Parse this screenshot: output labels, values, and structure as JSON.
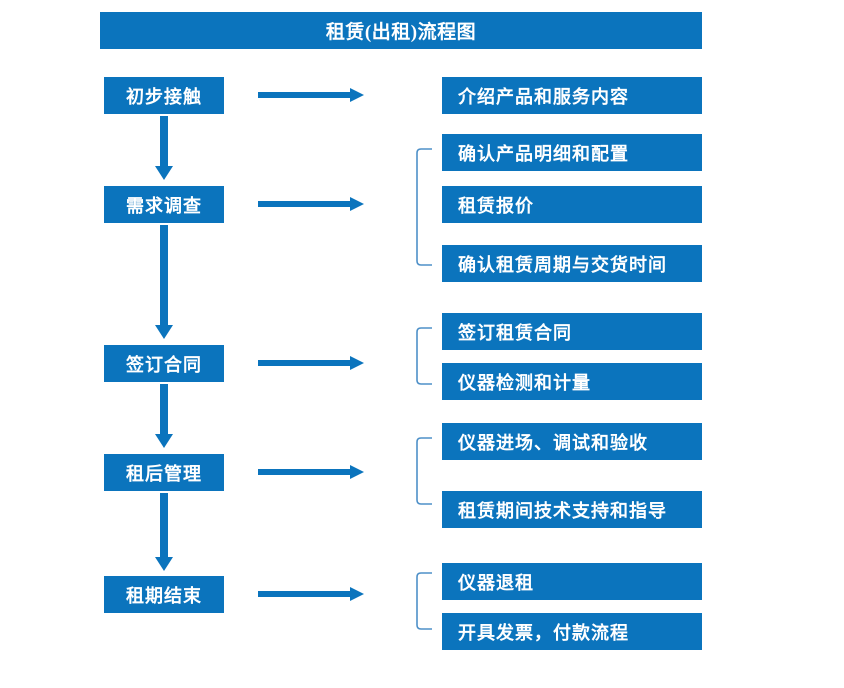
{
  "diagram": {
    "title": "租赁(出租)流程图",
    "colors": {
      "box_fill": "#0B74BD",
      "box_text": "#FFFFFF",
      "arrow": "#0B74BD",
      "bracket": "#4E90C8",
      "background": "#FFFFFF"
    },
    "stages": [
      {
        "label": "初步接触"
      },
      {
        "label": "需求调查"
      },
      {
        "label": "签订合同"
      },
      {
        "label": "租后管理"
      },
      {
        "label": "租期结束"
      }
    ],
    "details": [
      {
        "label": "介绍产品和服务内容"
      },
      {
        "label": "确认产品明细和配置"
      },
      {
        "label": "租赁报价"
      },
      {
        "label": "确认租赁周期与交货时间"
      },
      {
        "label": "签订租赁合同"
      },
      {
        "label": "仪器检测和计量"
      },
      {
        "label": "仪器进场、调试和验收"
      },
      {
        "label": "租赁期间技术支持和指导"
      },
      {
        "label": "仪器退租"
      },
      {
        "label": "开具发票，付款流程"
      }
    ],
    "groups": [
      {
        "stage": "初步接触",
        "details": [
          "介绍产品和服务内容"
        ]
      },
      {
        "stage": "需求调查",
        "details": [
          "确认产品明细和配置",
          "租赁报价",
          "确认租赁周期与交货时间"
        ]
      },
      {
        "stage": "签订合同",
        "details": [
          "签订租赁合同",
          "仪器检测和计量"
        ]
      },
      {
        "stage": "租后管理",
        "details": [
          "仪器进场、调试和验收",
          "租赁期间技术支持和指导"
        ]
      },
      {
        "stage": "租期结束",
        "details": [
          "仪器退租",
          "开具发票，付款流程"
        ]
      }
    ],
    "flow_direction": "top-to-bottom",
    "connector_count": 4
  }
}
